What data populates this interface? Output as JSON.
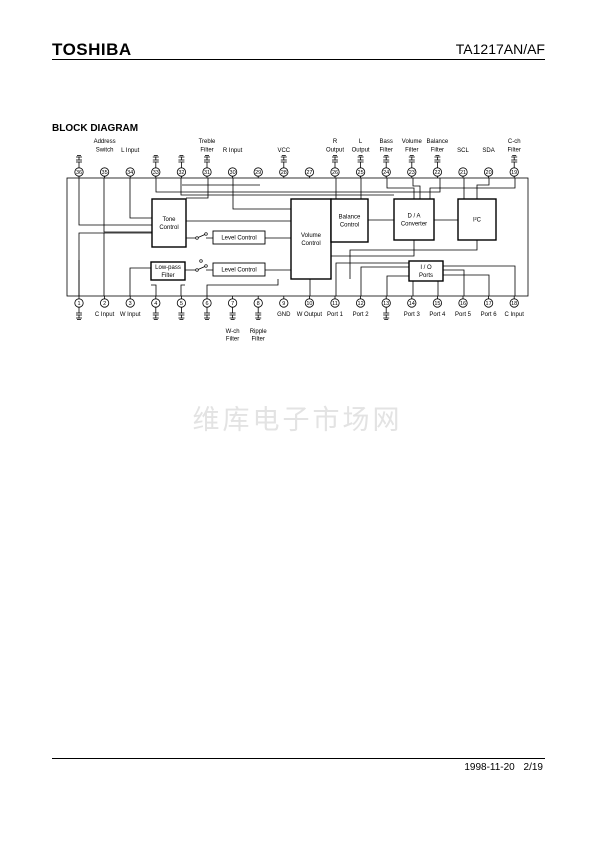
{
  "header": {
    "logo": "TOSHIBA",
    "part_number": "TA1217AN/AF"
  },
  "section_title": "BLOCK DIAGRAM",
  "watermark": "维库电子市场网",
  "blocks": {
    "tone_control": [
      "Tone",
      "Control"
    ],
    "volume_control": [
      "Volume",
      "Control"
    ],
    "balance_control": [
      "Balance",
      "Control"
    ],
    "da_converter": [
      "D / A",
      "Converter"
    ],
    "i2c": "I²C",
    "level_control_1": "Level Control",
    "level_control_2": "Level Control",
    "low_pass_filter": [
      "Low-pass",
      "Filter"
    ],
    "io_ports": [
      "I / O",
      "Ports"
    ]
  },
  "top_pins": [
    {
      "num": "36",
      "label": []
    },
    {
      "num": "35",
      "label": [
        "Address",
        "Switch"
      ]
    },
    {
      "num": "34",
      "label": [
        "L Input"
      ]
    },
    {
      "num": "33",
      "label": []
    },
    {
      "num": "32",
      "label": []
    },
    {
      "num": "31",
      "label": [
        "Treble",
        "Filter"
      ]
    },
    {
      "num": "30",
      "label": [
        "R Input"
      ]
    },
    {
      "num": "29",
      "label": []
    },
    {
      "num": "28",
      "label": [
        "VCC"
      ]
    },
    {
      "num": "27",
      "label": []
    },
    {
      "num": "26",
      "label": [
        "R",
        "Output"
      ]
    },
    {
      "num": "25",
      "label": [
        "L",
        "Output"
      ]
    },
    {
      "num": "24",
      "label": [
        "Bass",
        "Filter"
      ]
    },
    {
      "num": "23",
      "label": [
        "Volume",
        "Filter"
      ]
    },
    {
      "num": "22",
      "label": [
        "Balance",
        "Filter"
      ]
    },
    {
      "num": "21",
      "label": [
        "SCL"
      ]
    },
    {
      "num": "20",
      "label": [
        "SDA"
      ]
    },
    {
      "num": "19",
      "label": [
        "C-ch",
        "Filter"
      ]
    }
  ],
  "bottom_pins": [
    {
      "num": "1",
      "label": []
    },
    {
      "num": "2",
      "label": [
        "C Input"
      ]
    },
    {
      "num": "3",
      "label": [
        "W Input"
      ]
    },
    {
      "num": "4",
      "label": []
    },
    {
      "num": "5",
      "label": []
    },
    {
      "num": "6",
      "label": []
    },
    {
      "num": "7",
      "label": [
        "W-ch",
        "Filter"
      ]
    },
    {
      "num": "8",
      "label": [
        "Ripple",
        "Filter"
      ]
    },
    {
      "num": "9",
      "label": [
        "GND"
      ]
    },
    {
      "num": "10",
      "label": [
        "W Output"
      ]
    },
    {
      "num": "11",
      "label": [
        "Port 1"
      ]
    },
    {
      "num": "12",
      "label": [
        "Port 2"
      ]
    },
    {
      "num": "13",
      "label": []
    },
    {
      "num": "14",
      "label": [
        "Port 3"
      ]
    },
    {
      "num": "15",
      "label": [
        "Port 4"
      ]
    },
    {
      "num": "16",
      "label": [
        "Port 5"
      ]
    },
    {
      "num": "17",
      "label": [
        "Port 6"
      ]
    },
    {
      "num": "18",
      "label": [
        "C Input"
      ]
    }
  ],
  "footer": {
    "date": "1998-11-20",
    "page": "2/19"
  }
}
